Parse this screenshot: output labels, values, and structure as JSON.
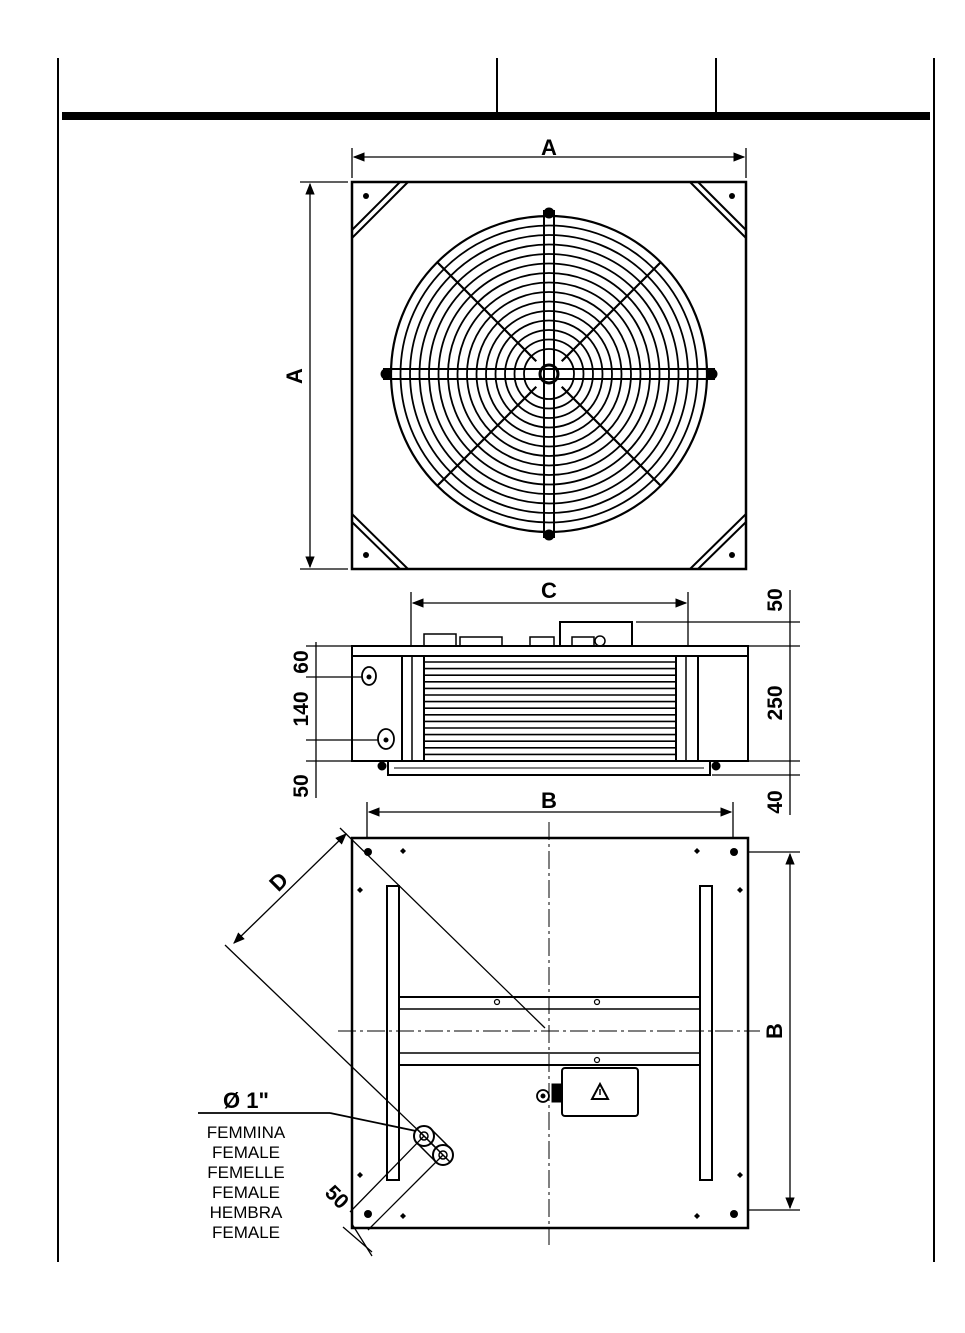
{
  "drawing": {
    "top_view": {
      "label_width": "A",
      "label_height": "A"
    },
    "side_view": {
      "label_c": "C",
      "dim_top": "50",
      "dim_body": "250",
      "dim_bottom": "40",
      "dim_left_top": "60",
      "dim_left_mid": "140",
      "dim_left_bottom": "50"
    },
    "bottom_view": {
      "label_width": "B",
      "label_height": "B",
      "label_diag": "D",
      "dim_offset": "50",
      "connection_size": "Ø 1\"",
      "connection_type": [
        "FEMMINA",
        "FEMALE",
        "FEMELLE",
        "FEMALE",
        "HEMBRA",
        "FEMALE"
      ]
    }
  }
}
